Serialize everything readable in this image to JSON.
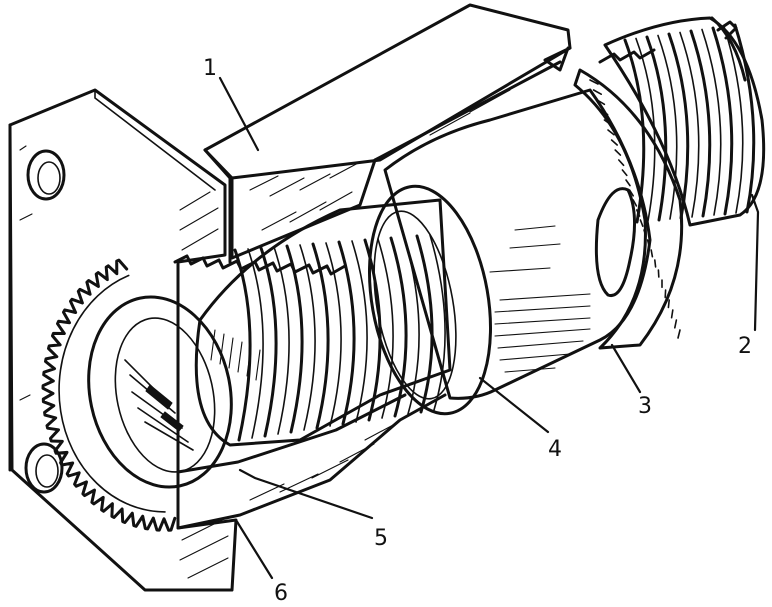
{
  "callouts": [
    {
      "id": "housing",
      "label": "1"
    },
    {
      "id": "threaded-shaft-end",
      "label": "2"
    },
    {
      "id": "slot-ring",
      "label": "3"
    },
    {
      "id": "sleeve",
      "label": "4"
    },
    {
      "id": "inner-thread",
      "label": "5"
    },
    {
      "id": "flange-base",
      "label": "6"
    }
  ]
}
